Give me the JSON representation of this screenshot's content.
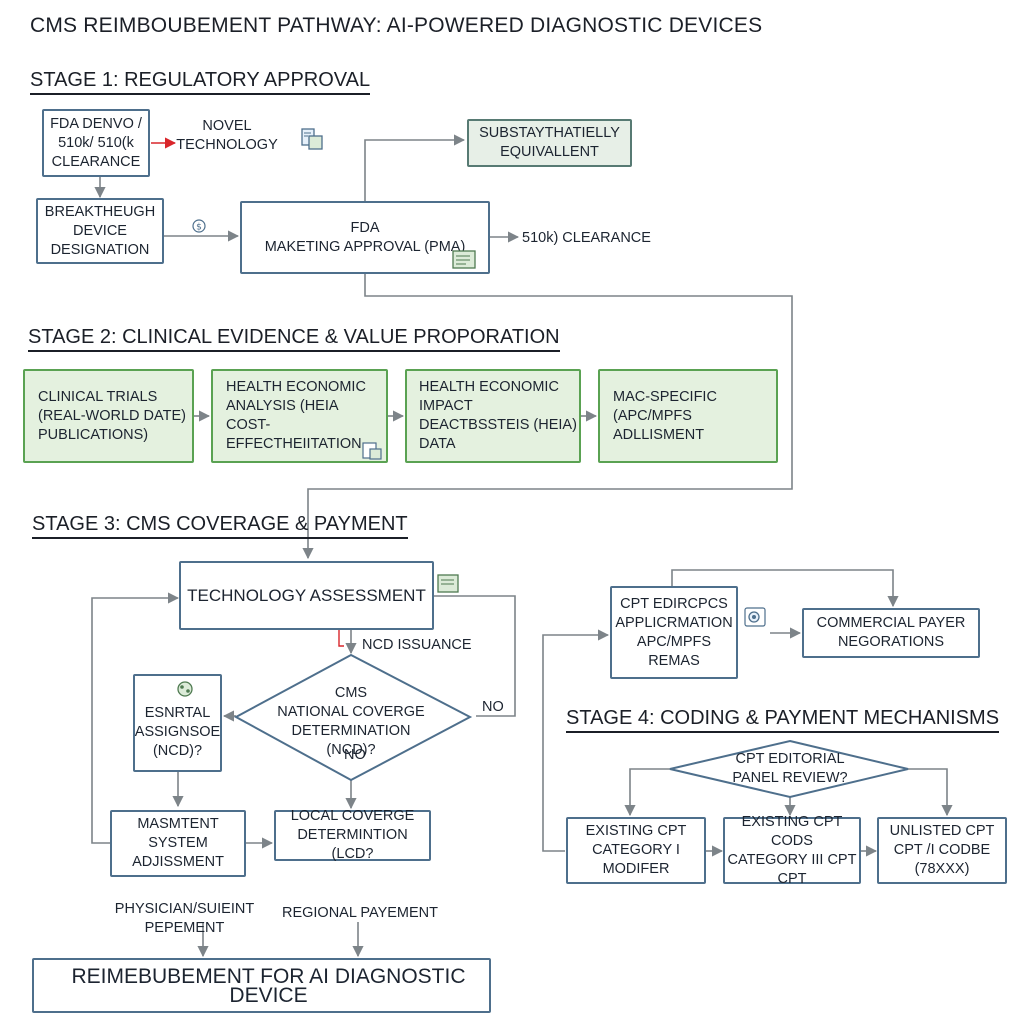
{
  "title": "CMS REIMBOUBEMENT PATHWAY: AI-POWERED DIAGNOSTIC DEVICES",
  "stage1": {
    "heading": "STAGE 1: REGULATORY APPROVAL",
    "fda_denovo": "FDA DENVO /\n510k/ 510(k\nCLEARANCE",
    "novel_technology": "NOVEL\nTECHNOLOGY",
    "substantially_equivalent": "SUBSTAYTHATIELLY\nEQUIVALLENT",
    "breakthrough": "BREAKTHEUGH\nDEVICE\nDESIGNATION",
    "fda_pma": "FDA\nMAKETING APPROVAL (PMA)",
    "clearance_510k": "510k) CLEARANCE"
  },
  "stage2": {
    "heading": "STAGE 2: CLINICAL EVIDENCE & VALUE PROPORATION",
    "boxes": [
      "CLINICAL TRIALS\n(REAL-WORLD DATE)\nPUBLICATIONS)",
      "HEALTH ECONOMIC\nANALYSIS (HEIA\nCOST-EFFECTHEIITATION",
      "HEALTH ECONOMIC IMPACT\nDEACTBSSTEIS (HEIA)\nDATA",
      "MAC-SPECIFIC\n(APC/MPFS ADLLISMENT"
    ]
  },
  "stage3": {
    "heading": "STAGE 3: CMS COVERAGE & PAYMENT",
    "technology_assessment": "TECHNOLOGY ASSESSMENT",
    "ncd_issuance": "NCD ISSUANCE",
    "ncd_decision": "CMS\nNATIONAL COVERGE\nDETERMINATION (NCD)?",
    "no_inside": "NO",
    "no_right": "NO",
    "esnrtal": "ESNRTAL\nASSIGNSOE\n(NCD)?",
    "masmtent": "MASMTENT\nSYSTEM\nADJISSMENT",
    "lcd": "LOCAL COVERGE\nDETERMINTION (LCD?",
    "physician": "PHYSICIAN/SUIEINT\nPEPEMENT",
    "regional": "REGIONAL PAYEMENT",
    "final": "REIMEBUBEMENT FOR AI DIAGNOSTIC DEVICE"
  },
  "stage4": {
    "heading": "STAGE 4: CODING & PAYMENT MECHANISMS",
    "cpt_hcpcs": "CPT EDIRCPCS\nAPPLICRMATION\nAPC/MPFS\nREMAS",
    "commercial": "COMMERCIAL PAYER\nNEGORATIONS",
    "cpt_panel": "CPT EDITORIAL\nPANEL REVIEW?",
    "existing_cat1": "EXISTING CPT\nCATEGORY I\nMODIFER",
    "existing_cat3": "EXISTING CPT CODS\nCATEGORY III CPT\nCPT",
    "unlisted": "UNLISTED CPT\nCPT /I CODBE\n(78XXX)"
  },
  "colors": {
    "box_border": "#4e6f8c",
    "green_fill": "#e4f1df",
    "green_border": "#5aa252",
    "arrow": "#7d8489",
    "red_arrow": "#d9262b"
  }
}
